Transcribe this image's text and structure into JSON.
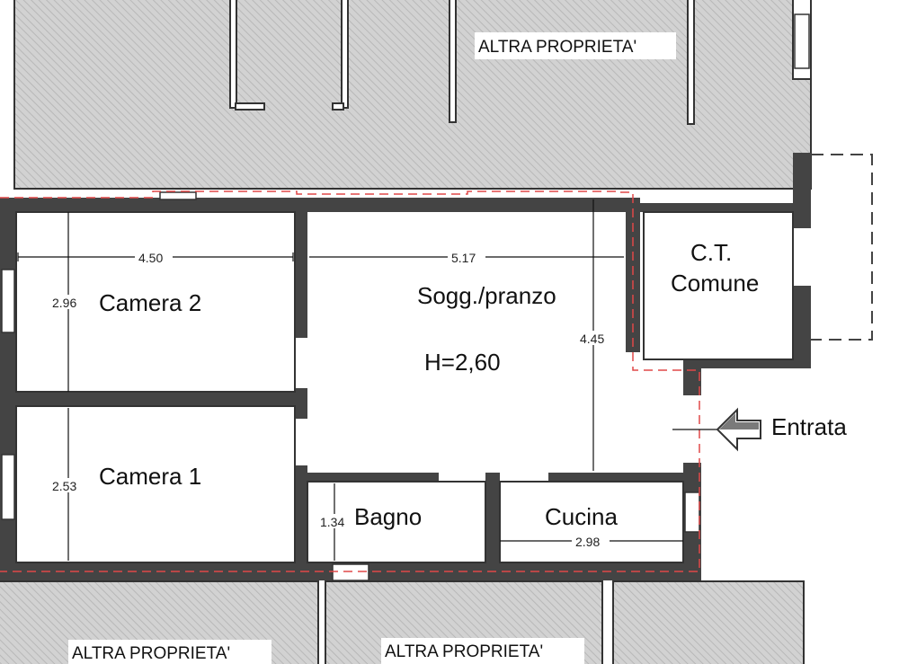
{
  "neighbors": {
    "top": "ALTRA PROPRIETA'",
    "bottom_left": "ALTRA PROPRIETA'",
    "bottom_mid": "ALTRA PROPRIETA'"
  },
  "rooms": {
    "camera2": "Camera 2",
    "camera1": "Camera 1",
    "soggiorno": "Sogg./pranzo",
    "height": "H=2,60",
    "bagno": "Bagno",
    "cucina": "Cucina",
    "ct_line1": "C.T.",
    "ct_line2": "Comune"
  },
  "entrance": "Entrata",
  "dimensions": {
    "camera2_width": "4.50",
    "camera2_depth": "2.96",
    "soggiorno_width": "5.17",
    "soggiorno_depth": "4.45",
    "camera1_depth": "2.53",
    "bagno_depth": "1.34",
    "cucina_width": "2.98"
  },
  "colors": {
    "wall": "#444444",
    "hatch": "#cfcfcf",
    "boundary": "#e04848"
  },
  "icons": {
    "entrance_arrow": "left-arrow-icon"
  }
}
